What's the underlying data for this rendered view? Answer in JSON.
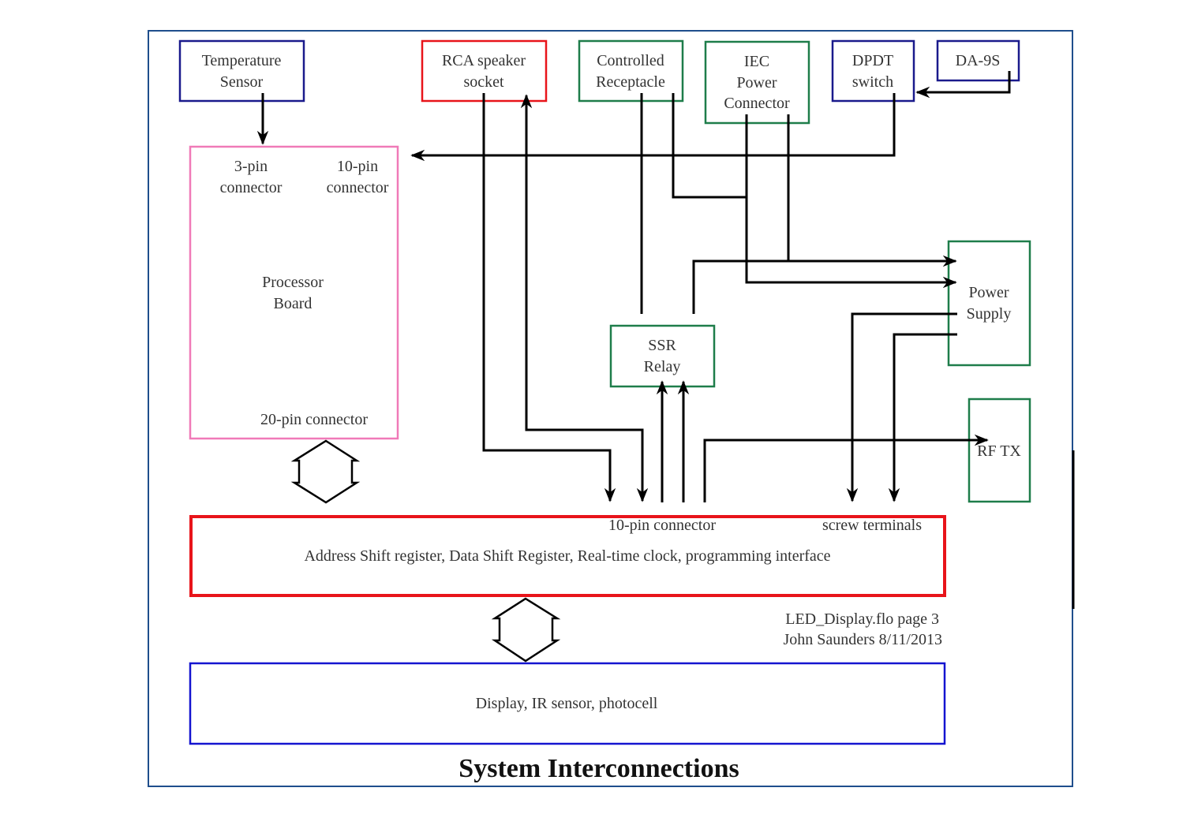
{
  "title": "System Interconnections",
  "footer": {
    "line1": "LED_Display.flo page 3",
    "line2": "John Saunders 8/11/2013"
  },
  "colors": {
    "frame": "#1f4e8c",
    "blue": "#1a1a8c",
    "red": "#e8141a",
    "green": "#1e7d4a",
    "pink": "#f07ab8",
    "bright_blue": "#1414d0",
    "wire": "#000000"
  },
  "blocks": {
    "temperature_sensor": {
      "lines": [
        "Temperature",
        "Sensor"
      ]
    },
    "rca_speaker_socket": {
      "lines": [
        "RCA speaker",
        "socket"
      ]
    },
    "controlled_receptacle": {
      "lines": [
        "Controlled",
        "Receptacle"
      ]
    },
    "iec_power_connector": {
      "lines": [
        "IEC",
        "Power",
        "Connector"
      ]
    },
    "dpdt_switch": {
      "lines": [
        "DPDT",
        "switch"
      ]
    },
    "da9s": {
      "lines": [
        "DA-9S"
      ]
    },
    "processor_board": {
      "lines": [
        "Processor",
        "Board"
      ],
      "connector_3pin": [
        "3-pin",
        "connector"
      ],
      "connector_10pin": [
        "10-pin",
        "connector"
      ],
      "connector_20pin": "20-pin connector"
    },
    "ssr_relay": {
      "lines": [
        "SSR",
        "Relay"
      ]
    },
    "power_supply": {
      "lines": [
        "Power",
        "Supply"
      ]
    },
    "rf_tx": {
      "lines": [
        "RF TX"
      ]
    },
    "interface_board": {
      "label": "Address Shift register, Data Shift Register, Real-time clock, programming interface",
      "connector_10pin": "10-pin connector",
      "screw_terminals": "screw terminals"
    },
    "display_board": {
      "label": "Display, IR sensor, photocell"
    }
  }
}
